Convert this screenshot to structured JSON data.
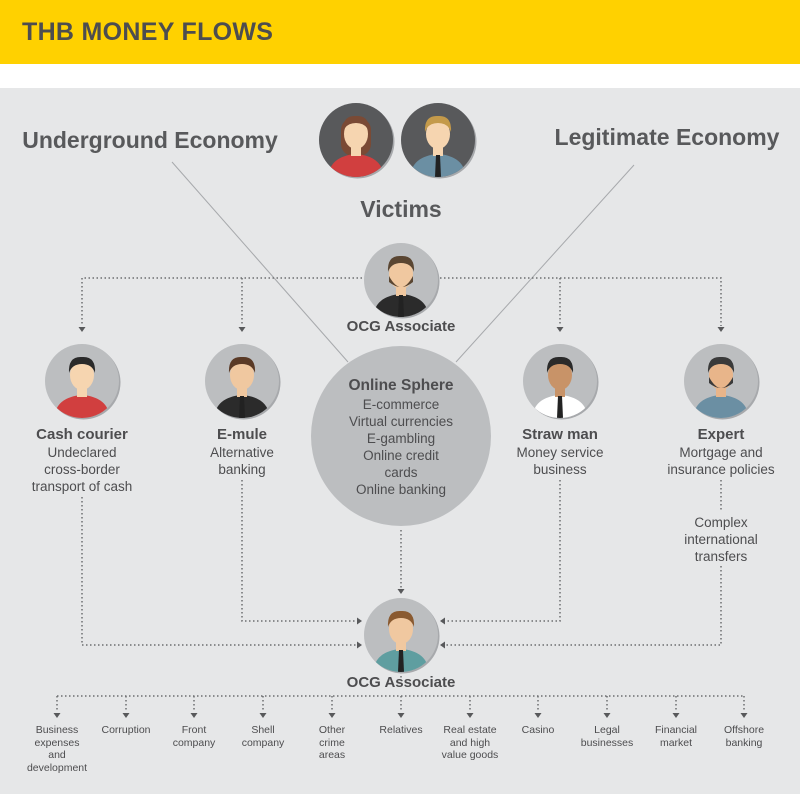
{
  "header": {
    "title": "THB MONEY FLOWS",
    "colors": {
      "header": "#ffd100",
      "background": "#e6e7e8"
    }
  },
  "economies": {
    "left": "Underground Economy",
    "right": "Legitimate Economy"
  },
  "victims": {
    "label": "Victims"
  },
  "ocg_top": {
    "label": "OCG Associate"
  },
  "ocg_bottom": {
    "label": "OCG Associate"
  },
  "sphere": {
    "title": "Online Sphere",
    "lines": [
      "E-commerce",
      "Virtual currencies",
      "E-gambling",
      "Online credit",
      "cards",
      "Online banking"
    ]
  },
  "actors": [
    {
      "name": "Cash courier",
      "desc": [
        "Undeclared",
        "cross-border",
        "transport of cash"
      ]
    },
    {
      "name": "E-mule",
      "desc": [
        "Alternative",
        "banking"
      ]
    },
    {
      "name": "Straw man",
      "desc": [
        "Money service",
        "business"
      ]
    },
    {
      "name": "Expert",
      "desc": [
        "Mortgage and",
        "insurance policies"
      ]
    }
  ],
  "expert_note": [
    "Complex",
    "international",
    "transfers"
  ],
  "destinations": [
    [
      "Business",
      "expenses",
      "and",
      "development"
    ],
    [
      "Corruption"
    ],
    [
      "Front",
      "company"
    ],
    [
      "Shell",
      "company"
    ],
    [
      "Other",
      "crime",
      "areas"
    ],
    [
      "Relatives"
    ],
    [
      "Real estate",
      "and high",
      "value goods"
    ],
    [
      "Casino"
    ],
    [
      "Legal",
      "businesses"
    ],
    [
      "Financial",
      "market"
    ],
    [
      "Offshore",
      "banking"
    ]
  ]
}
